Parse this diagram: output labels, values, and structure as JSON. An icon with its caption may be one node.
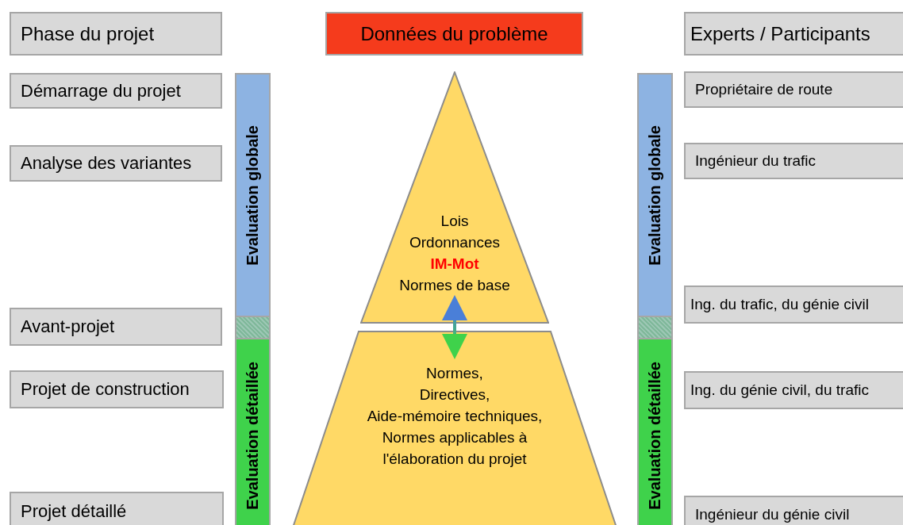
{
  "diagram": {
    "nodes": [
      {
        "text": [
          "Phase du projet"
        ]
      },
      {
        "text": [
          "Données du problème"
        ]
      },
      {
        "text": [
          "Experts / Participants"
        ]
      },
      {
        "text": [
          "Démarrage du projet"
        ]
      },
      {
        "text": [
          "Analyse des variantes"
        ]
      },
      {
        "text": [
          "Avant-projet"
        ]
      },
      {
        "text": [
          "Projet de construction"
        ]
      },
      {
        "text": [
          "Projet détaillé"
        ]
      },
      {
        "text": [
          "Evaluation globale"
        ]
      },
      {
        "text": [],
        "shape": "bar"
      },
      {
        "text": [
          "Evaluation détaillée"
        ]
      },
      {
        "text": [
          "Lois",
          "Ordonnances",
          "IM-Mot",
          "Normes de base"
        ]
      },
      {
        "text": [
          "Normes,",
          "Directives,",
          "Aide-mémoire techniques,",
          "Normes applicables à l'élaboration du projet"
        ]
      },
      {
        "text": [
          "Evaluation globale"
        ]
      },
      {
        "text": [],
        "shape": "bar"
      },
      {
        "text": [
          "Evaluation détaillée"
        ]
      },
      {
        "text": [
          "Propriétaire de route"
        ]
      },
      {
        "text": [
          "Ingénieur du trafic"
        ]
      },
      {
        "text": [
          "Ing. du trafic, du génie civil"
        ]
      },
      {
        "text": [
          "Ing. du génie civil, du trafic"
        ]
      },
      {
        "text": [
          "Ingénieur du génie civil"
        ]
      }
    ],
    "edges": [
      {
        "from": 11,
        "to": 12,
        "arrow": "both"
      }
    ]
  }
}
